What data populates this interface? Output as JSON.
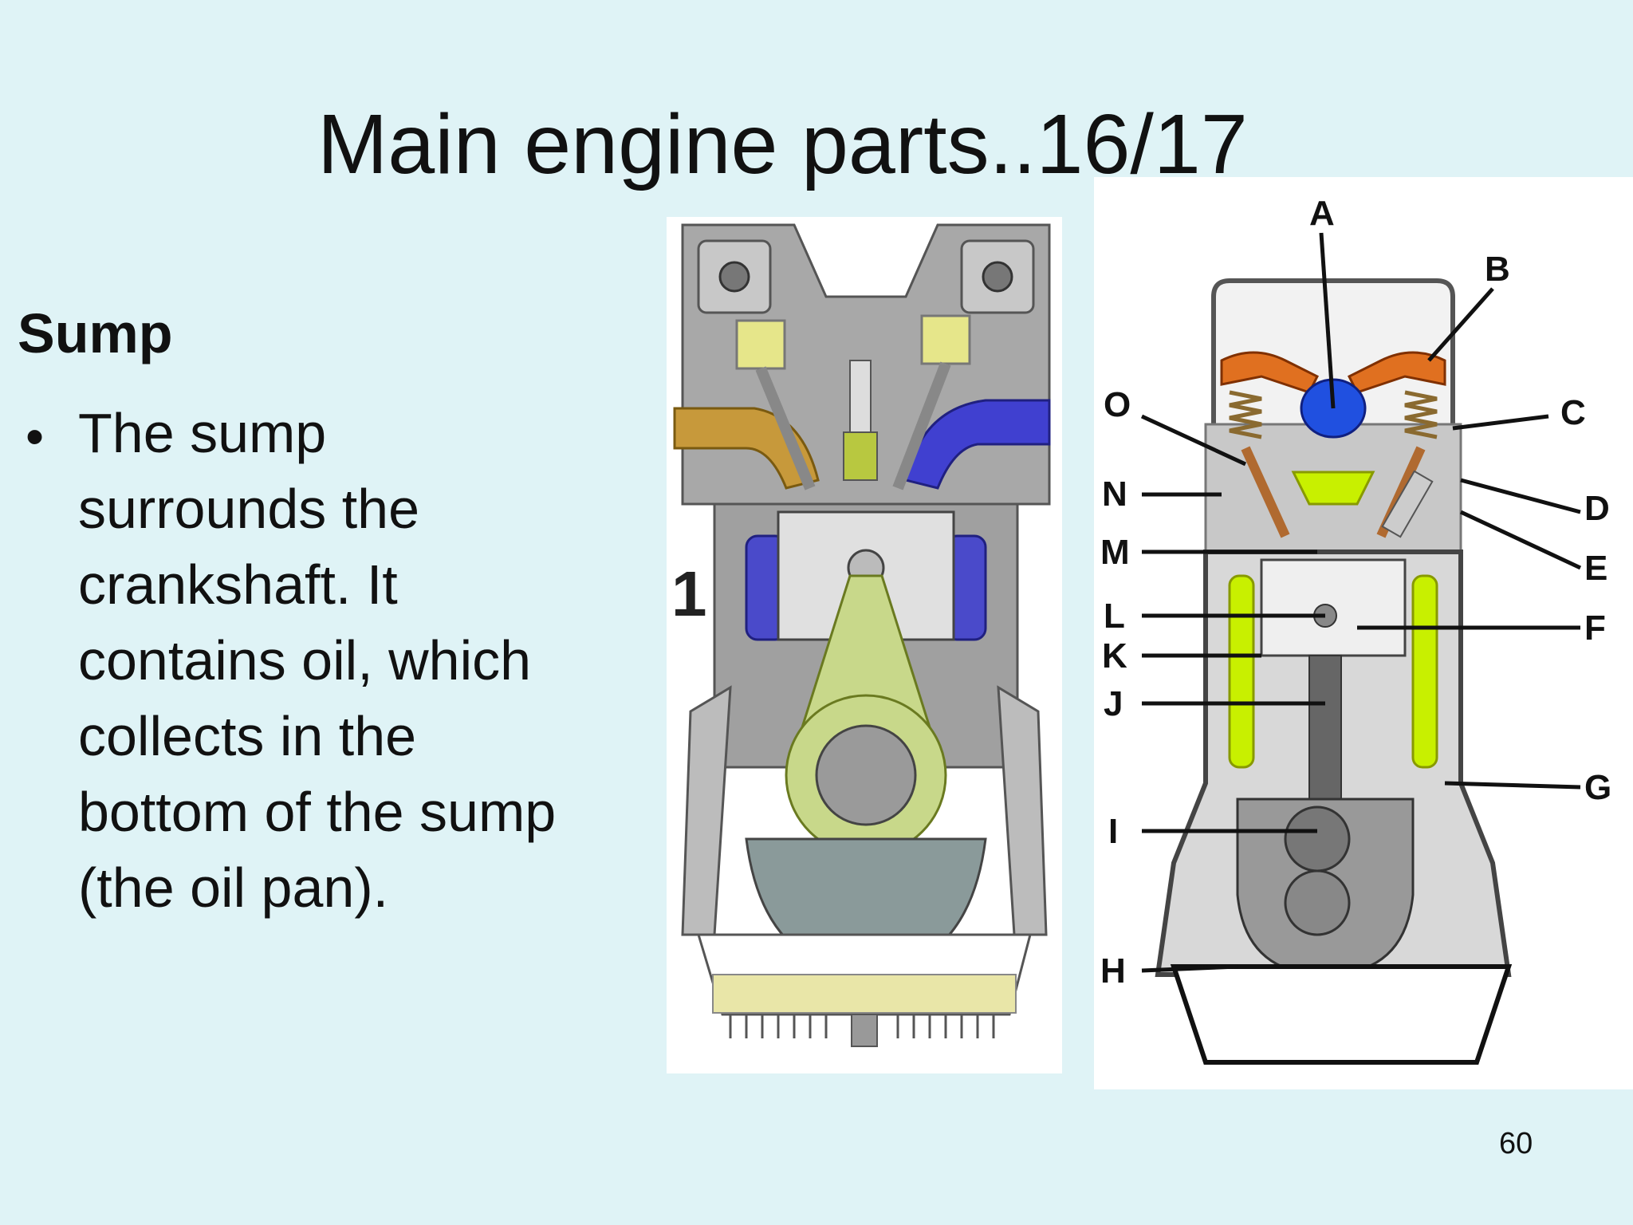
{
  "slide": {
    "title": "Main engine parts..16/17",
    "heading": "Sump",
    "bullet": "The sump surrounds the crankshaft. It contains oil, which collects in the bottom of the sump (the oil pan).",
    "page_number": "60"
  },
  "figure1": {
    "label": "1",
    "colors": {
      "intake": "#c7993b",
      "exhaust": "#4040d0",
      "rod": "#c8d88a",
      "oil": "#e9e6a8",
      "metal": "#9a9a9a"
    }
  },
  "figure2": {
    "labels": [
      "A",
      "B",
      "C",
      "D",
      "E",
      "F",
      "G",
      "H",
      "I",
      "J",
      "K",
      "L",
      "M",
      "N",
      "O"
    ],
    "colors": {
      "coolant": "#c8f000",
      "rocker": "#e07020",
      "cam": "#2050e0"
    }
  }
}
